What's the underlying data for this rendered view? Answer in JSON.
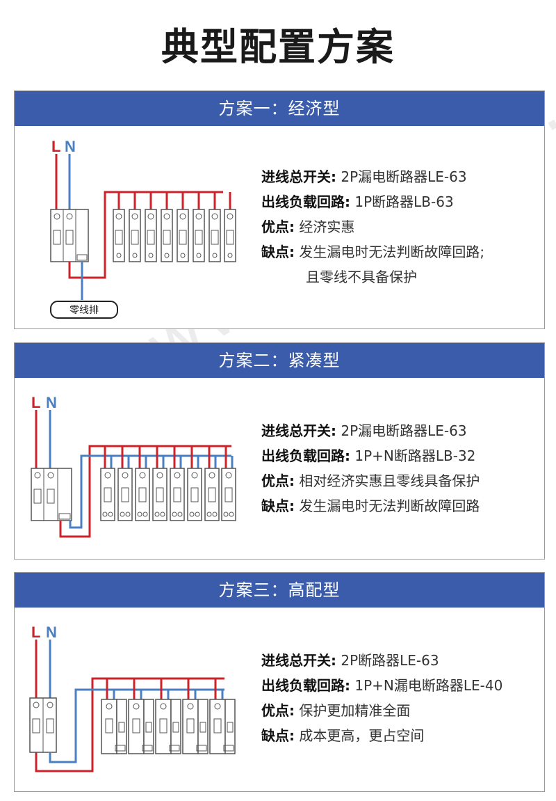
{
  "page_title": "典型配置方案",
  "watermark": "www.zkh360.com",
  "colors": {
    "header_bg": "#3a5cab",
    "live_wire": "#cc2229",
    "neutral_wire": "#4a7fc1"
  },
  "labels": {
    "L": "L",
    "N": "N",
    "neutral_bar": "零线排"
  },
  "schemes": [
    {
      "title": "方案一：经济型",
      "rows": [
        {
          "key": "进线总开关:",
          "value": "2P漏电断路器LE-63"
        },
        {
          "key": "出线负载回路:",
          "value": "1P断路器LB-63"
        },
        {
          "key": "优点:",
          "value": "经济实惠"
        },
        {
          "key": "缺点:",
          "value": "发生漏电时无法判断故障回路;"
        },
        {
          "key": "",
          "value": "且零线不具备保护"
        }
      ]
    },
    {
      "title": "方案二：紧凑型",
      "rows": [
        {
          "key": "进线总开关:",
          "value": "2P漏电断路器LE-63"
        },
        {
          "key": "出线负载回路:",
          "value": "1P+N断路器LB-32"
        },
        {
          "key": "优点:",
          "value": "相对经济实惠且零线具备保护"
        },
        {
          "key": "缺点:",
          "value": "发生漏电时无法判断故障回路"
        }
      ]
    },
    {
      "title": "方案三：高配型",
      "rows": [
        {
          "key": "进线总开关:",
          "value": "2P断路器LE-63"
        },
        {
          "key": "出线负载回路:",
          "value": "1P+N漏电断路器LE-40"
        },
        {
          "key": "优点:",
          "value": "保护更加精准全面"
        },
        {
          "key": "缺点:",
          "value": "成本更高，更占空间"
        }
      ]
    }
  ]
}
